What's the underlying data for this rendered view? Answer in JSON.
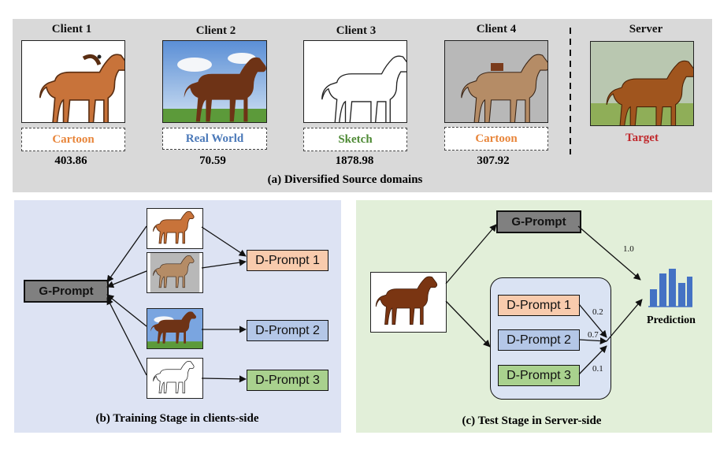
{
  "panel_a": {
    "clients": [
      {
        "title": "Client 1",
        "domain": "Cartoon",
        "value": "403.86",
        "color": "#e8853a"
      },
      {
        "title": "Client 2",
        "domain": "Real World",
        "value": "70.59",
        "color": "#4a78b8"
      },
      {
        "title": "Client 3",
        "domain": "Sketch",
        "value": "1878.98",
        "color": "#4e8a35"
      },
      {
        "title": "Client 4",
        "domain": "Cartoon",
        "value": "307.92",
        "color": "#e8853a"
      }
    ],
    "server": {
      "title": "Server",
      "label": "Target",
      "color": "#c0282c"
    },
    "caption": "(a) Diversified Source domains"
  },
  "panel_b": {
    "g_prompt": "G-Prompt",
    "d_prompts": [
      "D-Prompt 1",
      "D-Prompt 2",
      "D-Prompt 3"
    ],
    "caption": "(b) Training Stage in clients-side"
  },
  "panel_c": {
    "g_prompt": "G-Prompt",
    "d_prompts": [
      "D-Prompt 1",
      "D-Prompt 2",
      "D-Prompt 3"
    ],
    "weights": {
      "g": "1.0",
      "d1": "0.2",
      "d2": "0.7",
      "d3": "0.1"
    },
    "prediction": "Prediction",
    "caption": "(c) Test Stage in Server-side"
  },
  "colors": {
    "d_prompt_1": "#f8cbad",
    "d_prompt_2": "#b4c7e7",
    "d_prompt_3": "#a9d18e",
    "g_prompt": "#808080",
    "bar_chart": "#4472c4"
  }
}
